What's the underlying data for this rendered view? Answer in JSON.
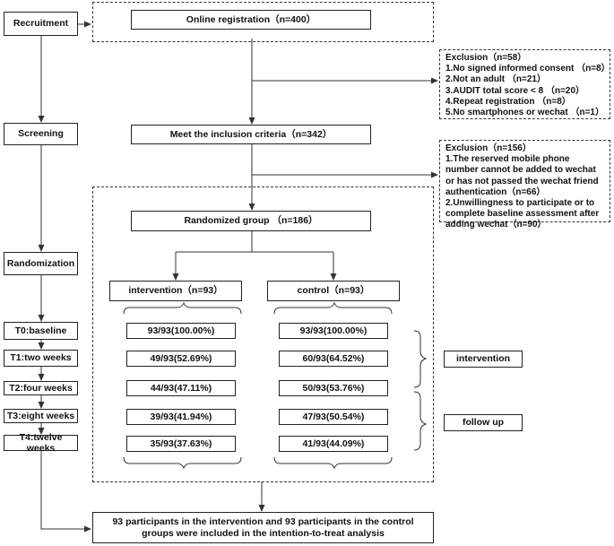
{
  "stages": {
    "recruitment": "Recruitment",
    "screening": "Screening",
    "randomization": "Randomization",
    "t0": "T0:baseline",
    "t1": "T1:two weeks",
    "t2": "T2:four weeks",
    "t3": "T3:eight weeks",
    "t4": "T4:twelve weeks"
  },
  "online_registration": "Online registration（n=400）",
  "exclusion1": {
    "title": "Exclusion（n=58）",
    "items": [
      "1.No signed informed consent （n=8）",
      "2.Not an adult （n=21）",
      "3.AUDIT total score < 8 （n=20）",
      "4.Repeat registration （n=8）",
      "5.No smartphones or wechat （n=1）"
    ]
  },
  "inclusion": "Meet the inclusion criteria（n=342）",
  "exclusion2": {
    "title": "Exclusion（n=156）",
    "items": [
      "1.The reserved mobile phone number cannot be added to wechat or has not passed the wechat friend authentication（n=66）",
      "2.Unwillingness to participate or to complete baseline assessment after adding wechat（n=90）"
    ]
  },
  "randomized": "Randomized group （n=186）",
  "intervention_group": "intervention（n=93）",
  "control_group": "control（n=93）",
  "intervention_values": [
    "93/93(100.00%)",
    "49/93(52.69%)",
    "44/93(47.11%)",
    "39/93(41.94%)",
    "35/93(37.63%)"
  ],
  "control_values": [
    "93/93(100.00%)",
    "60/93(64.52%)",
    "50/93(53.76%)",
    "47/93(50.54%)",
    "41/93(44.09%)"
  ],
  "phase_intervention": "intervention",
  "phase_followup": "follow up",
  "final": "93 participants in the intervention and 93 participants in the control groups were included in the intention-to-treat analysis"
}
